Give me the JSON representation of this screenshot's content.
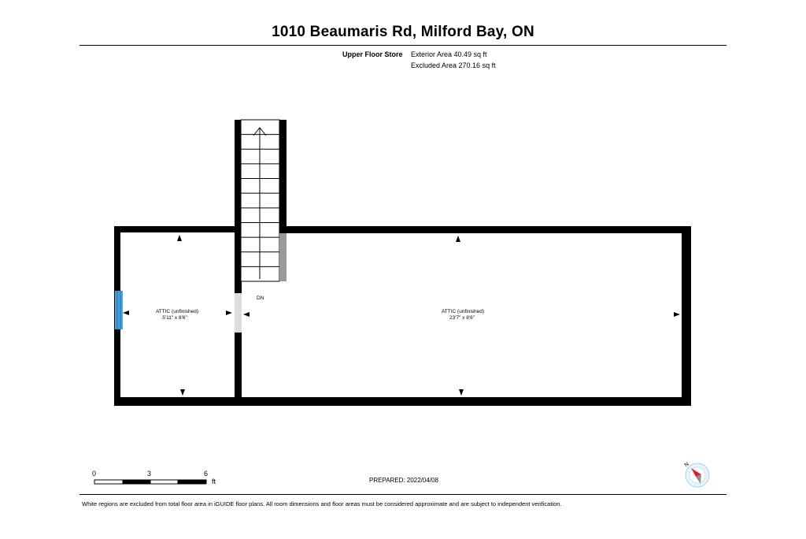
{
  "header": {
    "title": "1010 Beaumaris Rd, Milford Bay, ON",
    "floor_name": "Upper Floor Store",
    "exterior_area": "Exterior Area 40.49 sq ft",
    "excluded_area": "Excluded Area 270.16 sq ft"
  },
  "rooms": [
    {
      "name": "ATTIC (unfinished)",
      "dimensions": "5'11\" x 8'6\""
    },
    {
      "name": "ATTIC (unfinished)",
      "dimensions": "23'7\" x 8'6\""
    }
  ],
  "stairs": {
    "label": "DN"
  },
  "scale": {
    "ticks": [
      "0",
      "3",
      "6"
    ],
    "unit": "ft"
  },
  "prepared": "PREPARED: 2022/04/08",
  "compass": {
    "label": "N"
  },
  "footer": "White regions are excluded from total floor area in iGUIDE floor plans. All room dimensions and floor areas must be considered approximate and are subject to independent verification.",
  "colors": {
    "wall": "#000000",
    "window": "#4aa3df",
    "door_opening": "#dcdcdc",
    "stair_landing": "#999999",
    "compass_accent": "#d9262c"
  }
}
